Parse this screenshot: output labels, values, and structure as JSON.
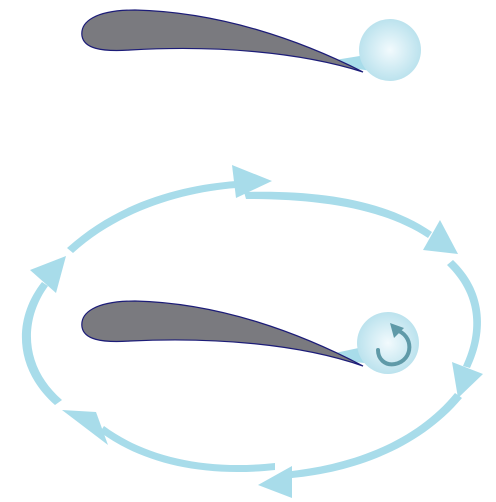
{
  "colors": {
    "background": "#ffffff",
    "airfoil_fill": "#7a7a7f",
    "airfoil_stroke": "#1c1c78",
    "vortex_light": "#f2fafd",
    "vortex_dark": "#b6e0ec",
    "flow_arrow": "#a8dcea",
    "rotation_arrow": "#5f9aa8"
  },
  "panels": {
    "top": {
      "airfoil": {
        "icon": "airfoil-shape"
      },
      "vortex": {
        "icon": "starting-vortex-ball",
        "rotating": false
      }
    },
    "bottom": {
      "airfoil": {
        "icon": "airfoil-shape"
      },
      "vortex": {
        "icon": "starting-vortex-ball",
        "rotating": true,
        "rotation_icon": "clockwise-arrow-icon"
      },
      "circulation": {
        "icon": "circulation-loop-arrows",
        "direction": "clockwise",
        "arrow_count": 6
      }
    }
  }
}
